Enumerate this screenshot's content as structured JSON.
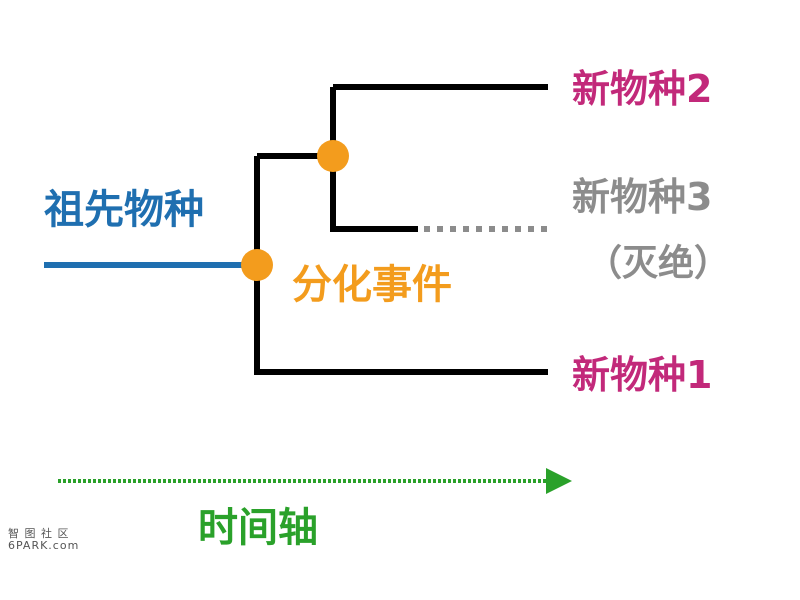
{
  "labels": {
    "ancestor": "祖先物种",
    "event": "分化事件",
    "species2": "新物种2",
    "species3": "新物种3",
    "extinct": "（灭绝）",
    "species1": "新物种1",
    "time_axis": "时间轴"
  },
  "watermark": {
    "line1": "智 图 社 区",
    "line2": "6PARK.com"
  },
  "colors": {
    "ancestor": "#1f6fb0",
    "event": "#f39c1d",
    "new_species": "#c2297a",
    "extinct": "#8c8c8c",
    "branch": "#000000",
    "time_axis": "#2aa12a",
    "node": "#f39c1d"
  }
}
